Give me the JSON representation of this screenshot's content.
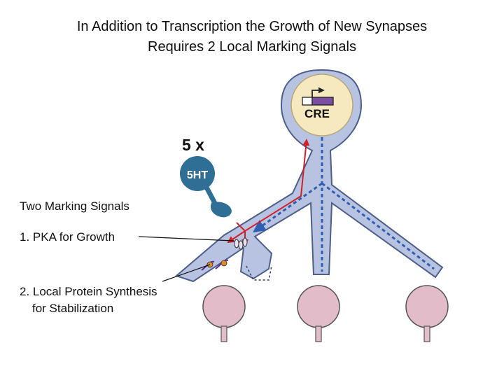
{
  "title": {
    "line1": "In Addition to Transcription the Growth of New Synapses",
    "line2": "Requires 2 Local Marking Signals"
  },
  "diagram": {
    "repetitions": "5 x",
    "transmitter": "5HT",
    "promoter": "CRE",
    "side_heading": "Two Marking Signals",
    "signal_1": "1. PKA for Growth",
    "signal_2_line1": "2. Local Protein Synthesis",
    "signal_2_line2": "for Stabilization",
    "colors": {
      "neuron": "#b7c3e0",
      "neuron_outline": "#4d5f8a",
      "nucleus": "#f6e8bf",
      "target_cell": "#e2bcc8",
      "signal_path": "#d0202a",
      "transport_path": "#2f5fb0",
      "terminal": "#2f6f96",
      "cre_box": "#7a4fa0"
    }
  }
}
